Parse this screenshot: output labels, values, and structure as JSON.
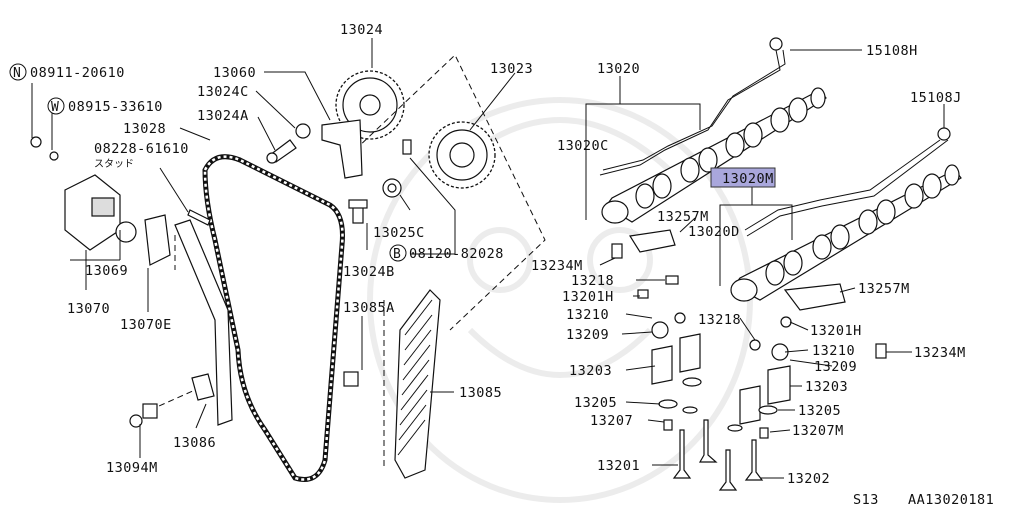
{
  "diagram": {
    "labels": {
      "l_15108H": "15108H",
      "l_15108J": "15108J",
      "l_13024": "13024",
      "l_13023": "13023",
      "l_13020": "13020",
      "l_13060": "13060",
      "l_13024C": "13024C",
      "l_13024A": "13024A",
      "l_13028": "13028",
      "l_08911": "08911-20610",
      "l_08915": "08915-33610",
      "l_08228": "08228-61610",
      "l_stud": "スタッド",
      "l_13020C": "13020C",
      "l_13020M": "13020M",
      "l_13257M_a": "13257M",
      "l_13020D": "13020D",
      "l_13025C": "13025C",
      "l_08120": "08120-82028",
      "l_13024B": "13024B",
      "l_13069": "13069",
      "l_13070": "13070",
      "l_13070E": "13070E",
      "l_13085A": "13085A",
      "l_13085": "13085",
      "l_13086": "13086",
      "l_13094M": "13094M",
      "l_13234M_a": "13234M",
      "l_13218_a": "13218",
      "l_13201H_a": "13201H",
      "l_13210_a": "13210",
      "l_13209_a": "13209",
      "l_13203_a": "13203",
      "l_13205_a": "13205",
      "l_13207": "13207",
      "l_13201": "13201",
      "l_13218_b": "13218",
      "l_13257M_b": "13257M",
      "l_13201H_b": "13201H",
      "l_13210_b": "13210",
      "l_13234M_b": "13234M",
      "l_13209_b": "13209",
      "l_13203_b": "13203",
      "l_13205_b": "13205",
      "l_13207M": "13207M",
      "l_13202": "13202",
      "l_S13": "S13",
      "l_ref": "AA13020181"
    },
    "prefix_N": "N",
    "prefix_W": "W",
    "prefix_B": "B",
    "highlight_color": "#a9a7dc"
  }
}
